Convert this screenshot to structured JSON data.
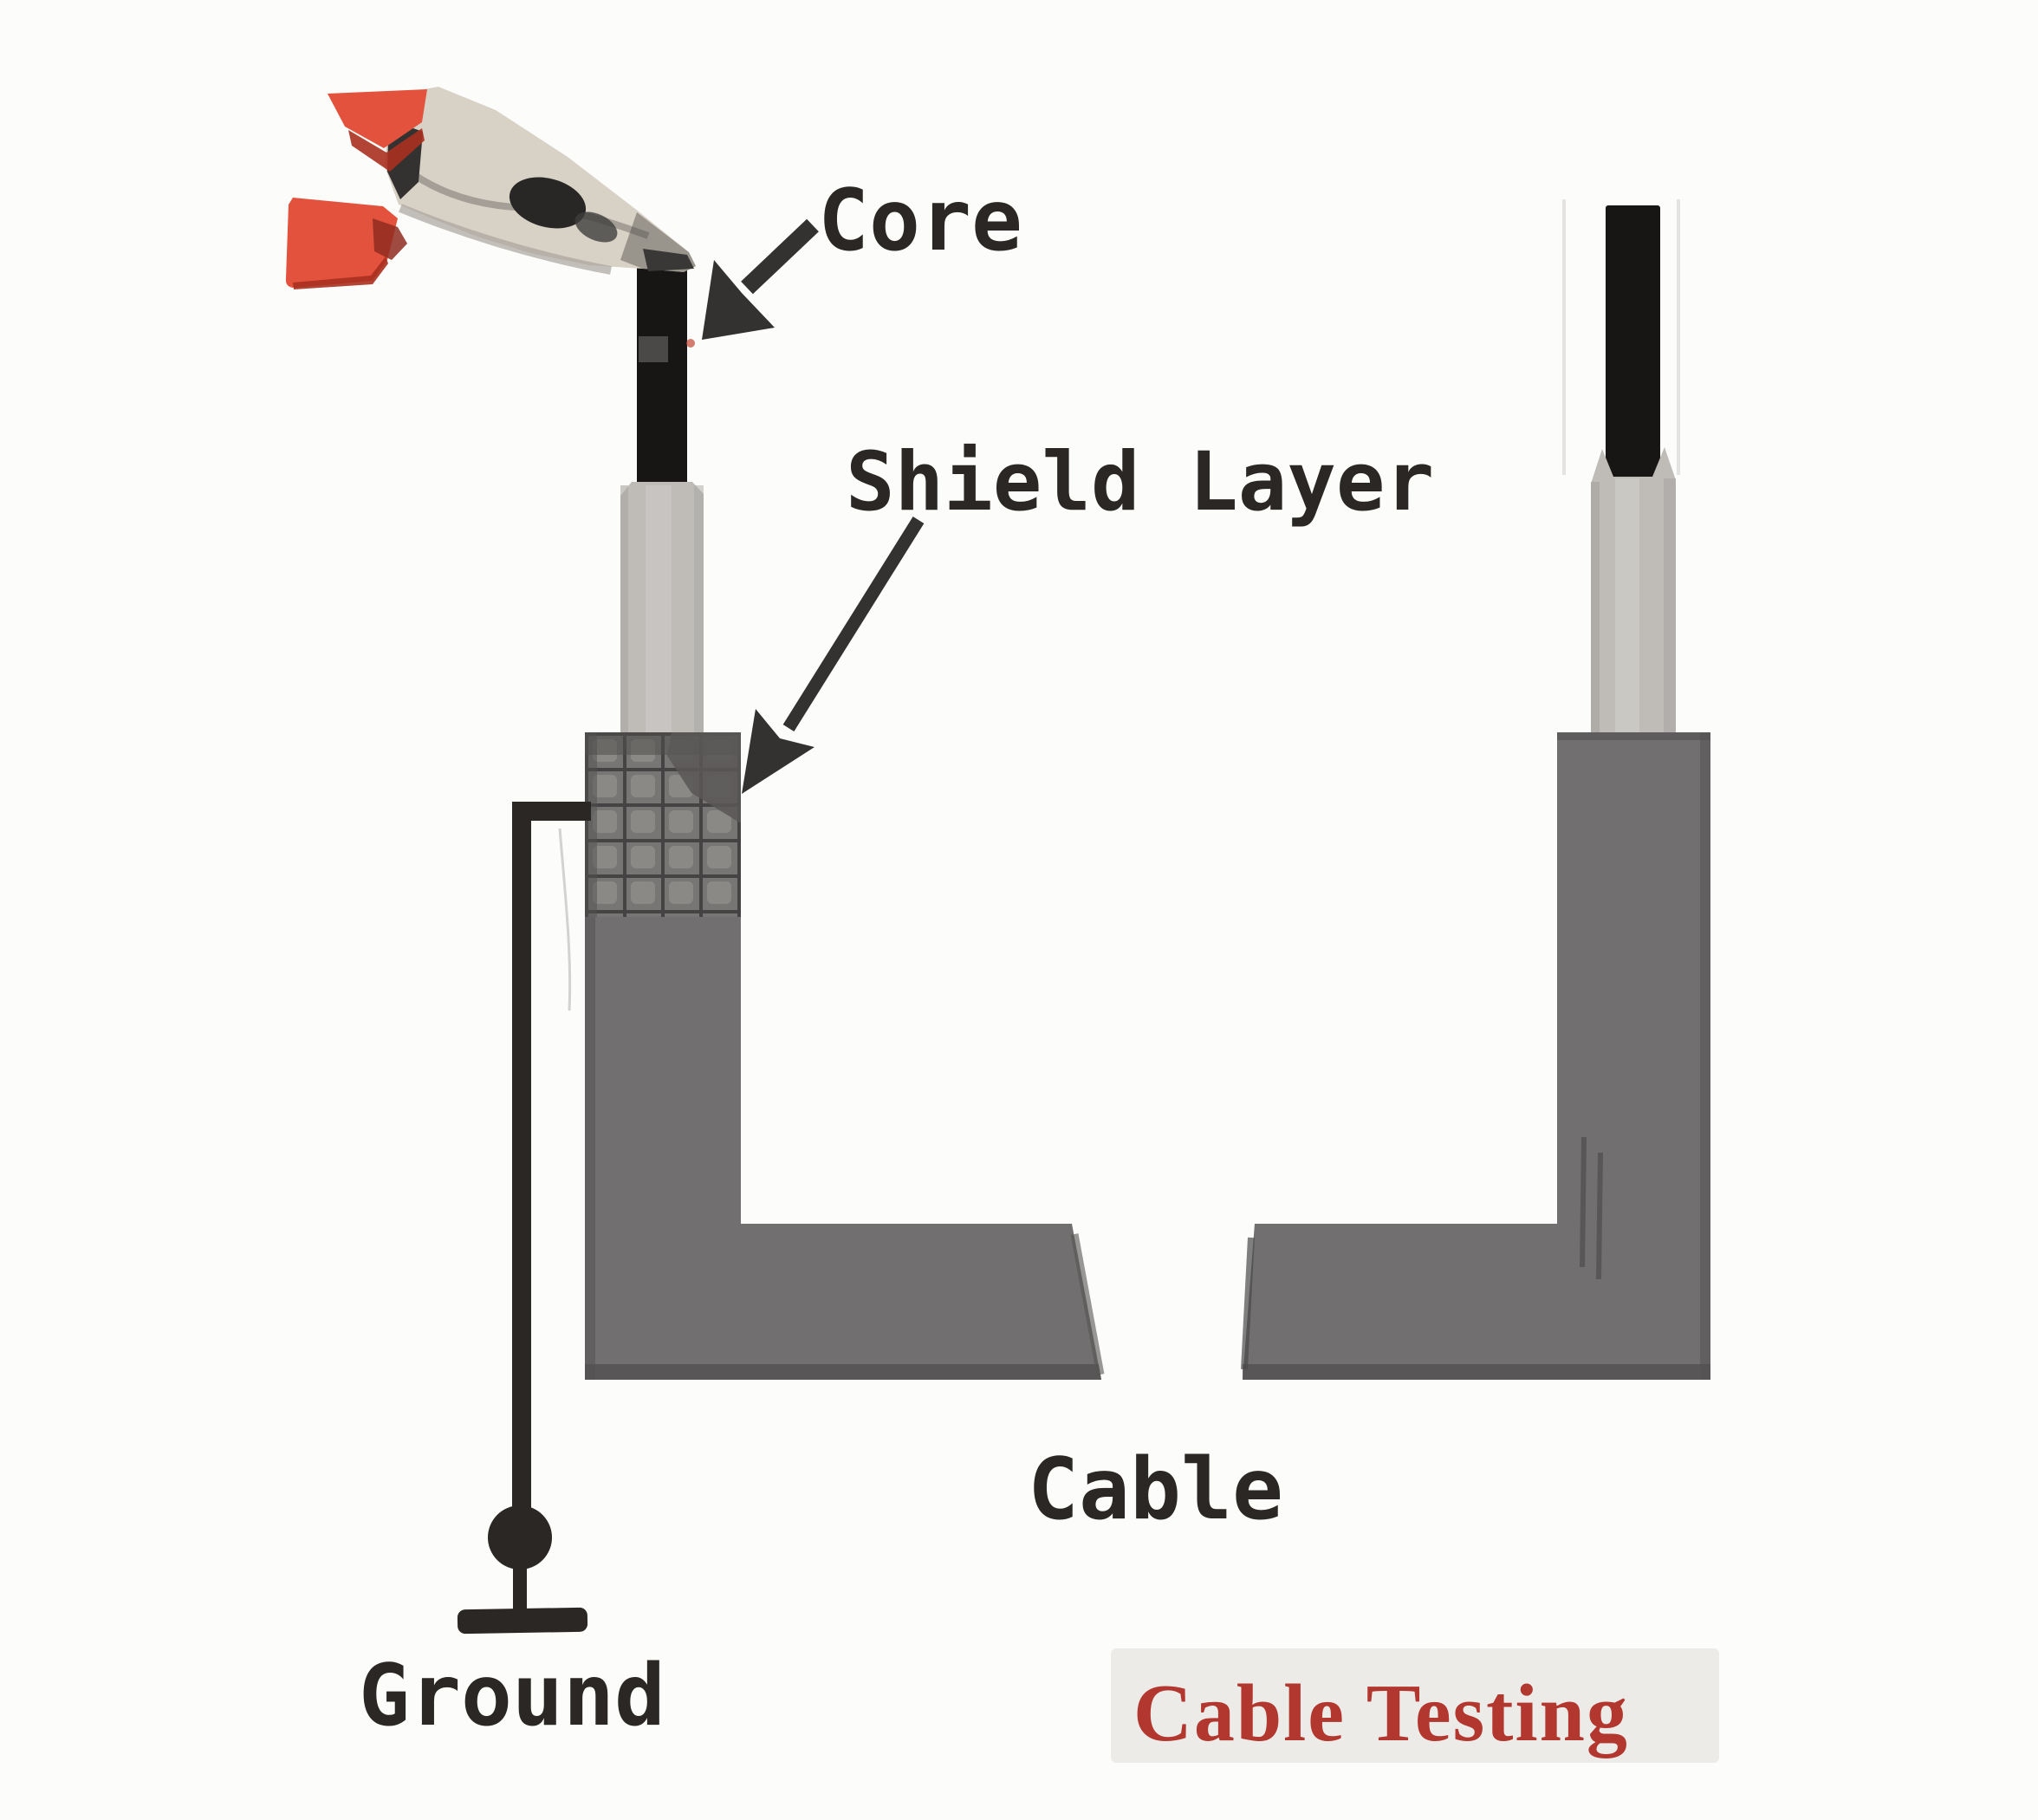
{
  "labels": {
    "core": "Core",
    "shield_layer": "Shield Layer",
    "cable": "Cable",
    "ground": "Ground"
  },
  "watermark": {
    "text": "Cable Testing"
  },
  "colors": {
    "background": "#fcfcfa",
    "jacket": "#716f6f",
    "jacket_dark": "#525050",
    "insulation": "#bfbcb8",
    "insulation_shade": "#a8a5a1",
    "insulation_highlight": "#cdcac6",
    "core": "#171614",
    "mesh_base": "#787675",
    "mesh_cell": "#8d8b89",
    "mesh_line": "#454343",
    "ink": "#2a2724",
    "arrow": "#343230",
    "clip_metal": "#d8d1c5",
    "clip_metal_shadow": "#9d978e",
    "clip_handle": "#e2523c",
    "clip_handle_dark": "#a8301f",
    "watermark_red": "#b1372f",
    "watermark_panel": "#edebe8"
  }
}
